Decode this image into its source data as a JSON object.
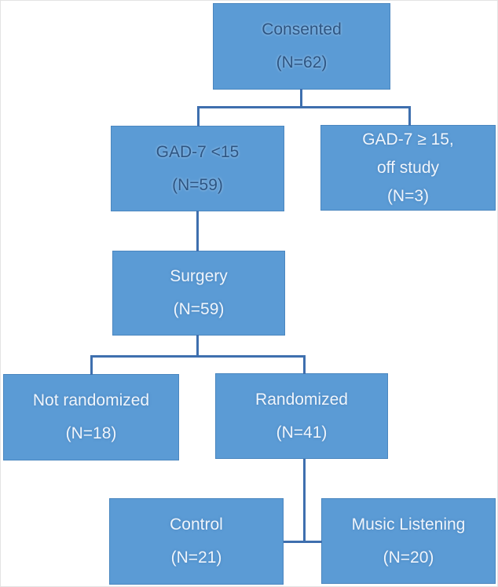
{
  "figure": {
    "kind": "study-enrollment-flow-diagram"
  },
  "colors": {
    "box_fill": "#5b9bd5",
    "box_border": "#4a86bf",
    "connector": "#3e6fae",
    "text_dark": "#2d5583",
    "text_light": "#eff5fc",
    "background": "#ffffff"
  },
  "nodes": {
    "consented": {
      "label": "Consented (N=62)",
      "n": 62,
      "lines": [
        "Consented",
        "(N=62)"
      ]
    },
    "gad_low": {
      "label": "GAD-7 <15 (N=59)",
      "n": 59,
      "lines": [
        "GAD-7 <15",
        "(N=59)"
      ]
    },
    "gad_high": {
      "label": "GAD-7 ≥ 15, off study (N=3)",
      "n": 3,
      "lines": [
        "GAD-7 ≥ 15,",
        "off study",
        "(N=3)"
      ]
    },
    "surgery": {
      "label": "Surgery (N=59)",
      "n": 59,
      "lines": [
        "Surgery",
        "(N=59)"
      ]
    },
    "not_randomized": {
      "label": "Not randomized (N=18)",
      "n": 18,
      "lines": [
        "Not randomized",
        "(N=18)"
      ]
    },
    "randomized": {
      "label": "Randomized (N=41)",
      "n": 41,
      "lines": [
        "Randomized",
        "(N=41)"
      ]
    },
    "control": {
      "label": "Control (N=21)",
      "n": 21,
      "lines": [
        "Control",
        "(N=21)"
      ]
    },
    "music_listening": {
      "label": "Music Listening (N=20)",
      "n": 20,
      "lines": [
        "Music Listening",
        "(N=20)"
      ]
    }
  },
  "edges": [
    {
      "from": "consented",
      "to": "gad_low"
    },
    {
      "from": "consented",
      "to": "gad_high"
    },
    {
      "from": "gad_low",
      "to": "surgery"
    },
    {
      "from": "surgery",
      "to": "not_randomized"
    },
    {
      "from": "surgery",
      "to": "randomized"
    },
    {
      "from": "randomized",
      "to": "control"
    },
    {
      "from": "randomized",
      "to": "music_listening"
    }
  ]
}
